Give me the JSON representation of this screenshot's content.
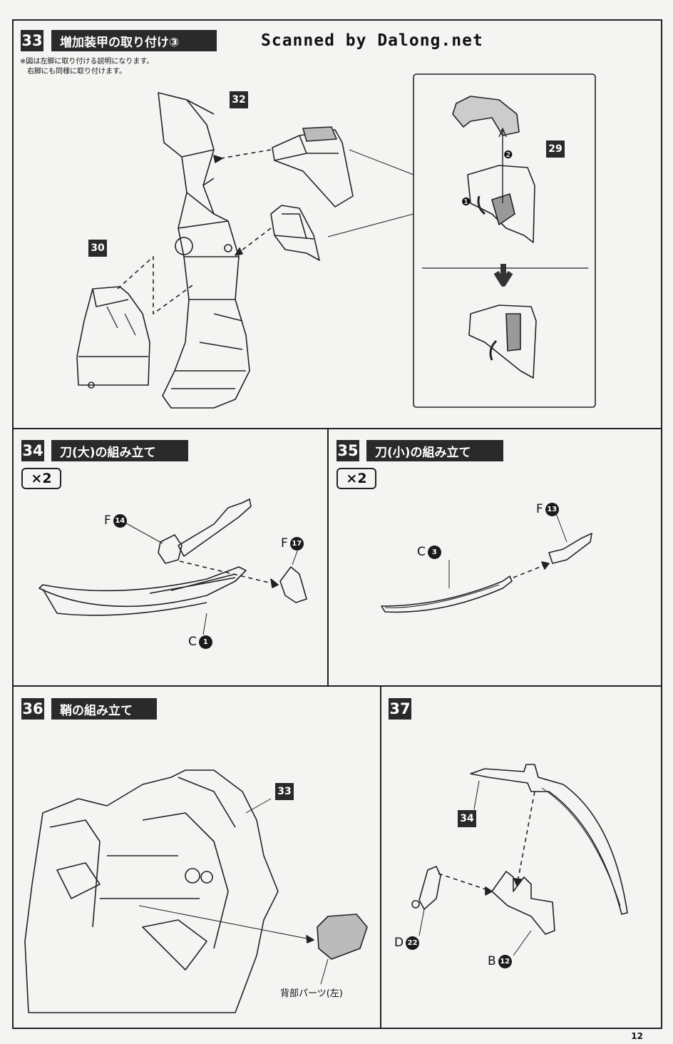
{
  "watermark": "Scanned by Dalong.net",
  "page_number": "12",
  "steps": [
    {
      "num": "33",
      "title": "増加装甲の取り付け③",
      "note": [
        "※図は左脚に取り付ける説明になります。",
        "　右脚にも同様に取り付けます。"
      ],
      "refs": [
        "32",
        "30",
        "29"
      ],
      "markers": [
        "❶",
        "❷"
      ]
    },
    {
      "num": "34",
      "title": "刀(大)の組み立て",
      "multiplier": "×2",
      "parts": [
        {
          "letter": "F",
          "number": "14"
        },
        {
          "letter": "F",
          "number": "17"
        },
        {
          "letter": "C",
          "number": "1"
        }
      ]
    },
    {
      "num": "35",
      "title": "刀(小)の組み立て",
      "multiplier": "×2",
      "parts": [
        {
          "letter": "F",
          "number": "13"
        },
        {
          "letter": "C",
          "number": "3"
        }
      ]
    },
    {
      "num": "36",
      "title": "鞘の組み立て",
      "refs": [
        "33"
      ],
      "caption": "背部パーツ(左)"
    },
    {
      "num": "37",
      "refs": [
        "34"
      ],
      "parts": [
        {
          "letter": "D",
          "number": "22"
        },
        {
          "letter": "B",
          "number": "12"
        }
      ]
    }
  ]
}
